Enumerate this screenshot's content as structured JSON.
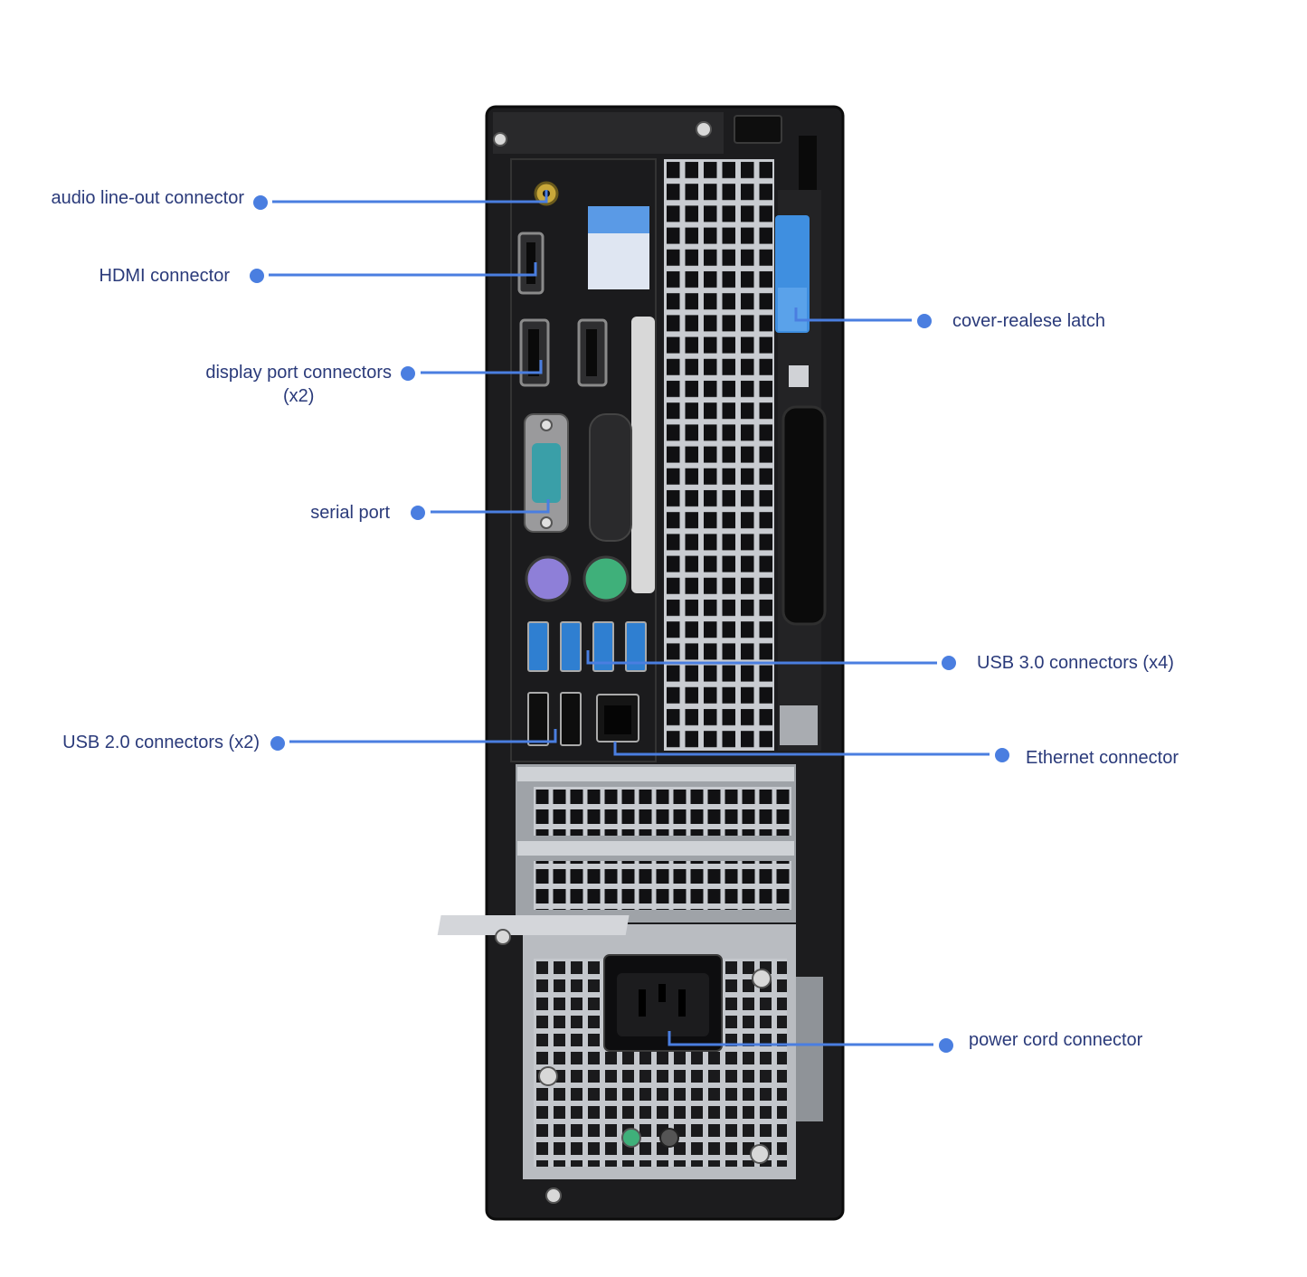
{
  "colors": {
    "accent": "#4a7ee0",
    "label_text": "#2a3a7a",
    "chassis": "#1c1c1e",
    "chassis_edge": "#0c0c0c",
    "metal": "#b9bcc1",
    "usb3_blue": "#2f7fd1",
    "latch_blue": "#3f8fe0",
    "ps2_purple": "#8e7fd8",
    "ps2_green": "#3fb07a",
    "audio_gold": "#c9a83a"
  },
  "callouts": {
    "audio": {
      "label": "audio line-out connector"
    },
    "hdmi": {
      "label": "HDMI connector"
    },
    "displayport": {
      "label": "display port connectors",
      "sublabel": "(x2)"
    },
    "serial": {
      "label": "serial port"
    },
    "usb2": {
      "label": "USB 2.0 connectors (x2)"
    },
    "latch": {
      "label": "cover-realese latch"
    },
    "usb3": {
      "label": "USB 3.0 connectors (x4)"
    },
    "ethernet": {
      "label": "Ethernet connector"
    },
    "power": {
      "label": "power cord connector"
    }
  }
}
